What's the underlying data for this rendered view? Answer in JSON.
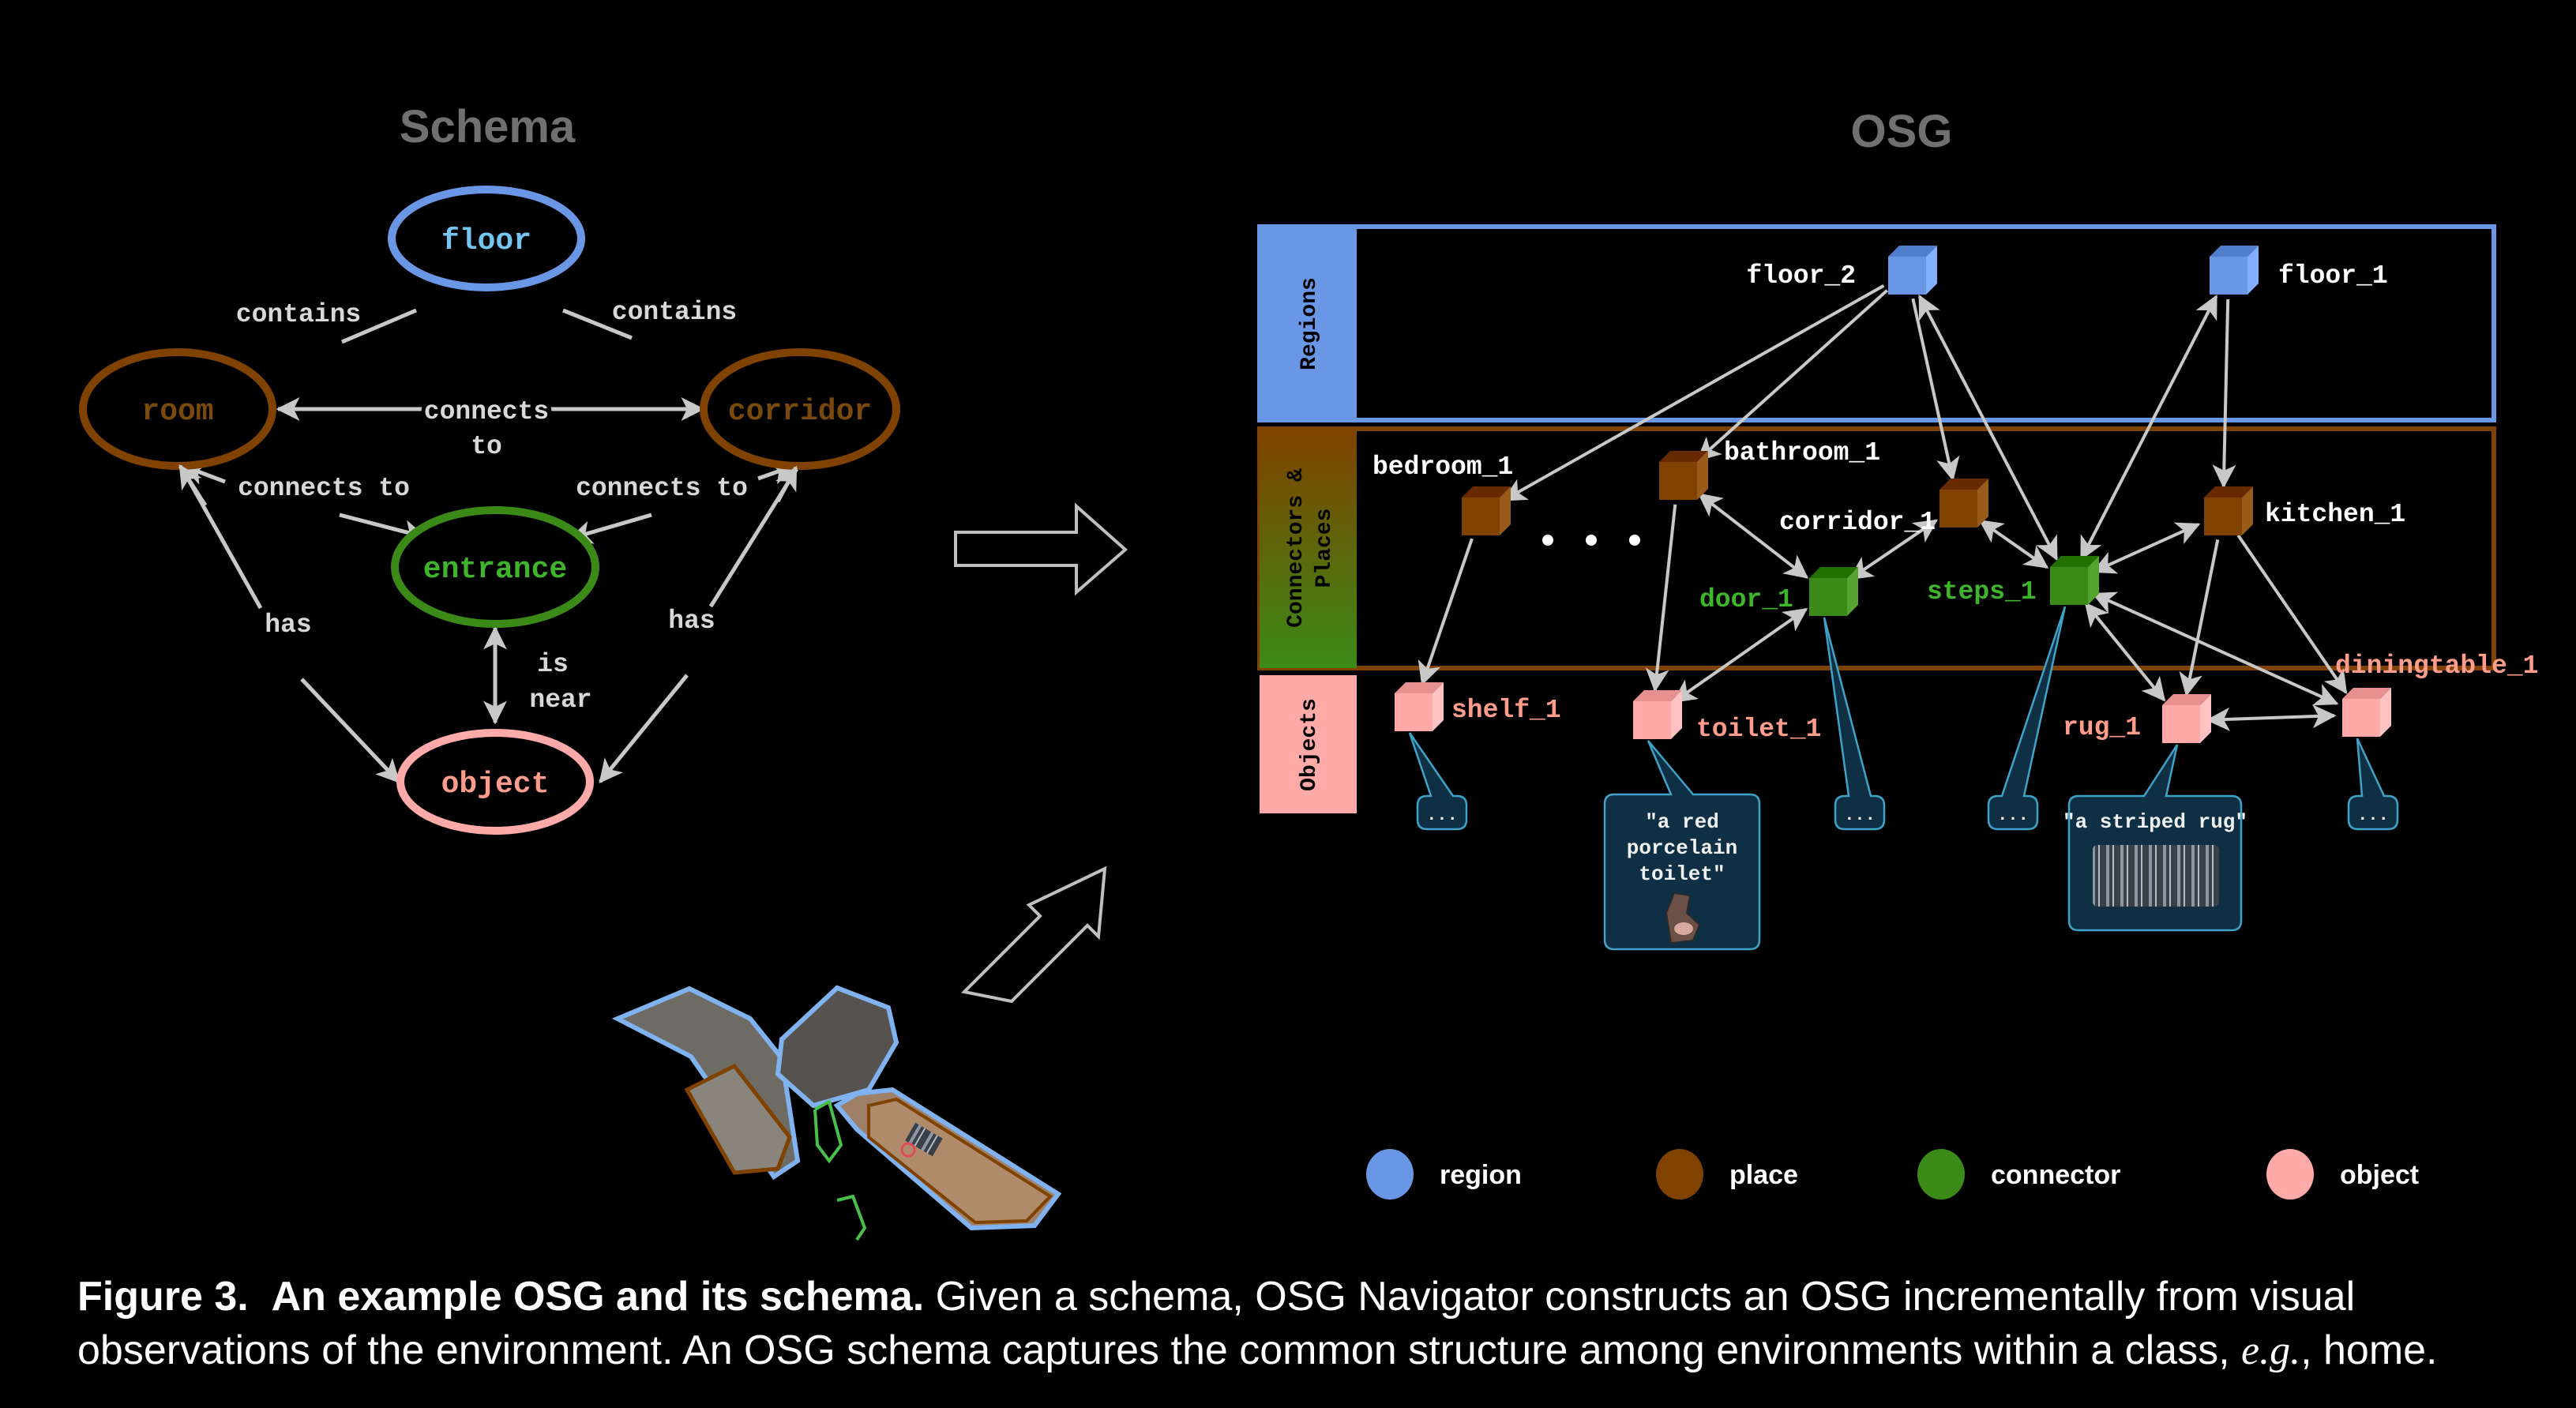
{
  "schema": {
    "title": "Schema",
    "nodes": [
      {
        "id": "floor",
        "label": "floor",
        "type": "region"
      },
      {
        "id": "room",
        "label": "room",
        "type": "place"
      },
      {
        "id": "corridor",
        "label": "corridor",
        "type": "place"
      },
      {
        "id": "entrance",
        "label": "entrance",
        "type": "connector"
      },
      {
        "id": "object",
        "label": "object",
        "type": "object"
      }
    ],
    "edges": [
      {
        "from": "floor",
        "to": "room",
        "label": "contains",
        "directed": true
      },
      {
        "from": "floor",
        "to": "corridor",
        "label": "contains",
        "directed": true
      },
      {
        "from": "room",
        "to": "corridor",
        "label_lines": [
          "connects",
          "to"
        ],
        "bidirectional": true
      },
      {
        "from": "room",
        "to": "entrance",
        "label": "connects to",
        "bidirectional": true
      },
      {
        "from": "corridor",
        "to": "entrance",
        "label": "connects to",
        "bidirectional": true
      },
      {
        "from": "room",
        "to": "object",
        "label": "has",
        "directed": true
      },
      {
        "from": "corridor",
        "to": "object",
        "label": "has",
        "directed": true
      },
      {
        "from": "entrance",
        "to": "object",
        "label_lines": [
          "is",
          "near"
        ],
        "bidirectional": true
      }
    ]
  },
  "osg": {
    "title": "OSG",
    "layers": [
      {
        "id": "regions",
        "label": "Regions"
      },
      {
        "id": "connectors_places",
        "label_lines": [
          "Connectors &",
          "Places"
        ]
      },
      {
        "id": "objects",
        "label": "Objects"
      }
    ],
    "nodes": [
      {
        "id": "floor_2",
        "label": "floor_2",
        "type": "region"
      },
      {
        "id": "floor_1",
        "label": "floor_1",
        "type": "region"
      },
      {
        "id": "bedroom_1",
        "label": "bedroom_1",
        "type": "place"
      },
      {
        "id": "bathroom_1",
        "label": "bathroom_1",
        "type": "place"
      },
      {
        "id": "corridor_1",
        "label": "corridor_1",
        "type": "place"
      },
      {
        "id": "kitchen_1",
        "label": "kitchen_1",
        "type": "place"
      },
      {
        "id": "door_1",
        "label": "door_1",
        "type": "connector"
      },
      {
        "id": "steps_1",
        "label": "steps_1",
        "type": "connector"
      },
      {
        "id": "shelf_1",
        "label": "shelf_1",
        "type": "object"
      },
      {
        "id": "toilet_1",
        "label": "toilet_1",
        "type": "object"
      },
      {
        "id": "rug_1",
        "label": "rug_1",
        "type": "object"
      },
      {
        "id": "diningtable_1",
        "label": "diningtable_1",
        "type": "object"
      }
    ],
    "edges": [
      {
        "from": "floor_2",
        "to": "bedroom_1",
        "kind": "directed"
      },
      {
        "from": "floor_2",
        "to": "bathroom_1",
        "kind": "directed"
      },
      {
        "from": "floor_2",
        "to": "corridor_1",
        "kind": "directed"
      },
      {
        "from": "floor_2",
        "to": "steps_1",
        "kind": "bidirectional"
      },
      {
        "from": "floor_1",
        "to": "steps_1",
        "kind": "bidirectional"
      },
      {
        "from": "floor_1",
        "to": "kitchen_1",
        "kind": "directed"
      },
      {
        "from": "bedroom_1",
        "to": "shelf_1",
        "kind": "directed"
      },
      {
        "from": "bathroom_1",
        "to": "toilet_1",
        "kind": "directed"
      },
      {
        "from": "bathroom_1",
        "to": "door_1",
        "kind": "bidirectional"
      },
      {
        "from": "corridor_1",
        "to": "door_1",
        "kind": "bidirectional"
      },
      {
        "from": "steps_1",
        "to": "corridor_1",
        "kind": "bidirectional"
      },
      {
        "from": "steps_1",
        "to": "kitchen_1",
        "kind": "bidirectional"
      },
      {
        "from": "door_1",
        "to": "toilet_1",
        "kind": "bidirectional"
      },
      {
        "from": "steps_1",
        "to": "rug_1",
        "kind": "bidirectional"
      },
      {
        "from": "steps_1",
        "to": "diningtable_1",
        "kind": "bidirectional"
      },
      {
        "from": "kitchen_1",
        "to": "rug_1",
        "kind": "directed"
      },
      {
        "from": "kitchen_1",
        "to": "diningtable_1",
        "kind": "directed"
      },
      {
        "from": "rug_1",
        "to": "diningtable_1",
        "kind": "bidirectional"
      }
    ],
    "ellipsis": "• • •",
    "callouts": [
      {
        "node": "shelf_1",
        "text": "..."
      },
      {
        "node": "toilet_1",
        "text_lines": [
          "\"a red",
          "porcelain",
          "toilet\""
        ],
        "has_image": true,
        "image": "toilet-thumbnail"
      },
      {
        "node": "door_1",
        "text": "..."
      },
      {
        "node": "steps_1",
        "text": "..."
      },
      {
        "node": "rug_1",
        "text": "\"a striped rug\"",
        "has_image": true,
        "image": "rug-thumbnail"
      },
      {
        "node": "diningtable_1",
        "text": "..."
      }
    ]
  },
  "legend": [
    {
      "label": "region",
      "color": "#6A96E6"
    },
    {
      "label": "place",
      "color": "#7F4200"
    },
    {
      "label": "connector",
      "color": "#3B8A17"
    },
    {
      "label": "object",
      "color": "#FFA9A9"
    }
  ],
  "colors": {
    "region": "#6A96E6",
    "region_text": "#73C5F2",
    "place": "#7F4200",
    "place_text": "#7A4A0C",
    "connector": "#3B8A17",
    "connector_text": "#3FB52C",
    "object": "#FFA9A9",
    "object_text": "#FF9C8C",
    "edge": "#C8C8C8",
    "callout_fill": "#0F2F45",
    "callout_stroke": "#3FA3C8",
    "title_gray": "#707070"
  },
  "floorplan": {
    "description": "3D top-down environment reconstruction"
  },
  "caption": {
    "figure_label": "Figure 3.",
    "bold_title": "An example OSG and its schema.",
    "line1_rest": "Given a schema, OSG Navigator constructs an OSG incrementally from visual",
    "line2_a": "observations of the environment. An OSG schema captures the common structure among environments within a class,",
    "line2_ital": "e.g.",
    "line2_b": ", home."
  }
}
